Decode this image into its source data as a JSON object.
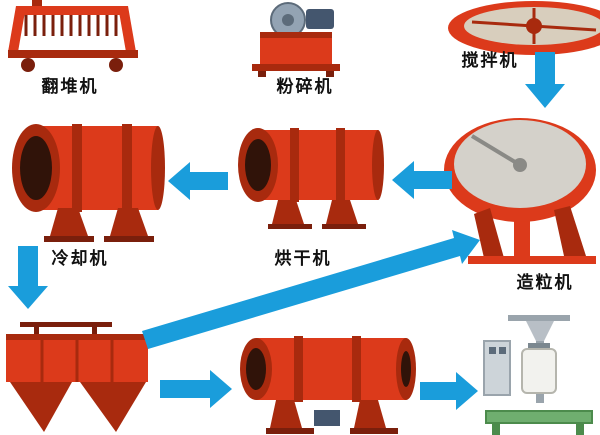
{
  "colors": {
    "machine_red": "#dc3a1b",
    "machine_red_dark": "#a82a0e",
    "machine_red_deep": "#7a1f0c",
    "opening_dark": "#301309",
    "arrow_blue": "#1a9ddb",
    "label_color": "#111111",
    "background": "#ffffff",
    "pan_interior": "#d4d1ca",
    "mixer_interior": "#d8cebd",
    "motor_blue": "#44566e",
    "blower_gray": "#93a3b3",
    "platform_green": "#6fae6f",
    "frame_gray": "#9aa4ac"
  },
  "machines": {
    "compost_turner": {
      "label": "翻堆机"
    },
    "crusher": {
      "label": "粉碎机"
    },
    "mixer": {
      "label": "搅拌机"
    },
    "cooler": {
      "label": "冷却机"
    },
    "dryer": {
      "label": "烘干机"
    },
    "granulator": {
      "label": "造粒机"
    }
  }
}
